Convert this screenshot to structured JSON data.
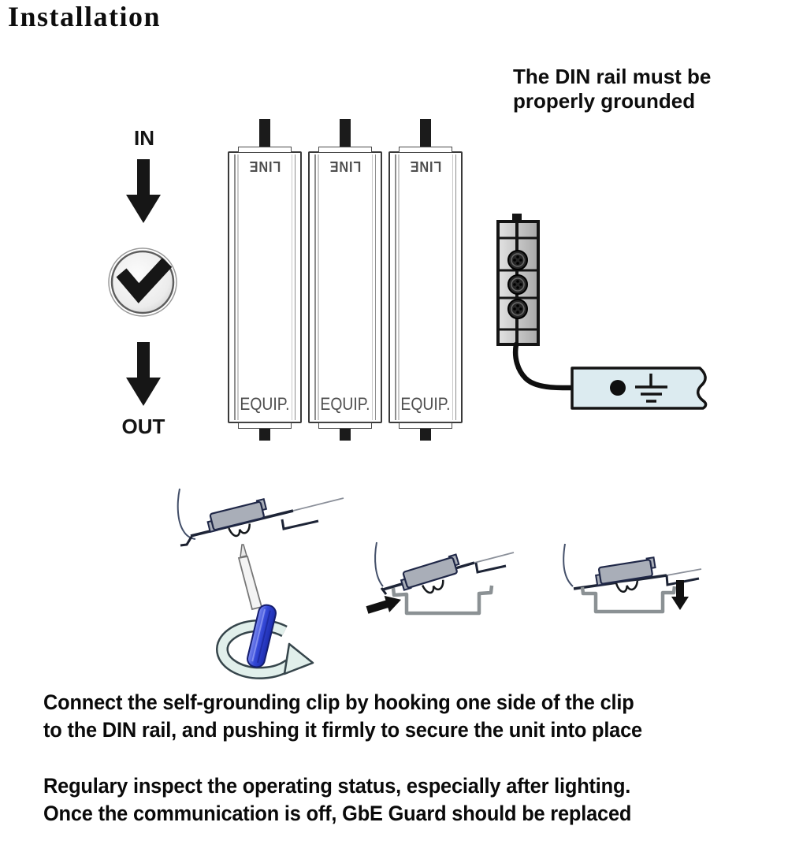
{
  "page": {
    "title": "Installation"
  },
  "grounding_note": {
    "line1": "The DIN rail must be",
    "line2": "properly grounded"
  },
  "flow_labels": {
    "in": "IN",
    "out": "OUT"
  },
  "units": [
    {
      "top_label": "LINE",
      "bottom_label": "EQUIP."
    },
    {
      "top_label": "LINE",
      "bottom_label": "EQUIP."
    },
    {
      "top_label": "LINE",
      "bottom_label": "EQUIP."
    }
  ],
  "instructions": {
    "clip_line1": "Connect the self-grounding clip by hooking one side of the clip",
    "clip_line2": "to the DIN rail, and pushing it firmly to secure the unit into place",
    "inspect_line1": "Regulary inspect the operating status, especially after lighting.",
    "inspect_line2": "Once the communication is off, GbE Guard should be replaced"
  },
  "icons": {
    "flow_arrow_top": "down-arrow",
    "status_check": "check-circle",
    "flow_arrow_bottom": "down-arrow",
    "earth_ground": "ground-symbol",
    "push_arrow": "right-arrow",
    "press_arrow": "down-arrow",
    "rotate_arrow": "circular-rotation-arrow",
    "screwdriver": "screwdriver"
  },
  "colors": {
    "text": "#111111",
    "ground_bar_fill": "#dcebf0",
    "clip_fill": "#a9aeb8",
    "screwdriver_handle": "#2e41cf",
    "rotation_arrow_fill": "#e1efeb",
    "terminal_block_dark": "#1a1a1a",
    "device_outline": "#3a3a3a"
  }
}
